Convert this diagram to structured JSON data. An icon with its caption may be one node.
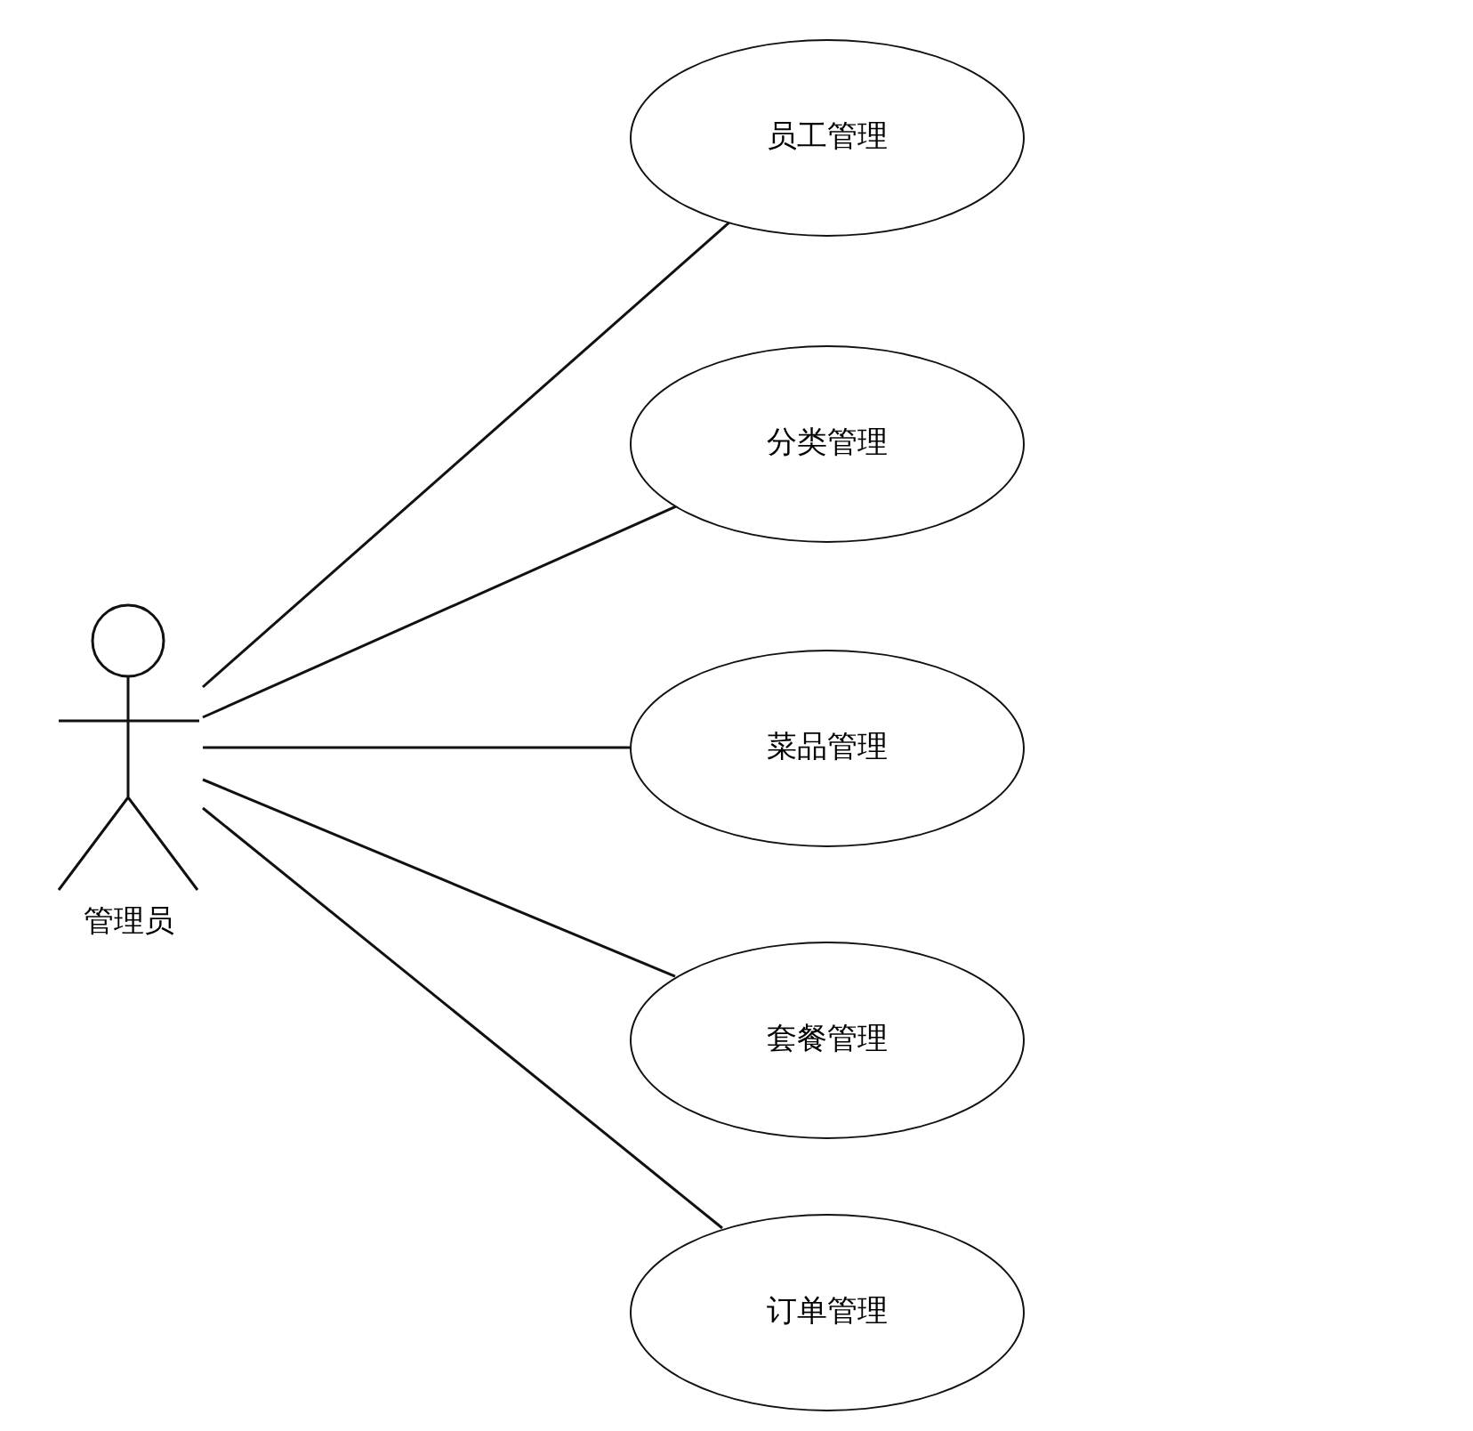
{
  "diagram": {
    "nodes": [
      {
        "text": [
          "管理员"
        ]
      },
      {
        "text": [
          "员工管理"
        ]
      },
      {
        "text": [
          "分类管理"
        ]
      },
      {
        "text": [
          "菜品管理"
        ]
      },
      {
        "text": [
          "套餐管理"
        ]
      },
      {
        "text": [
          "订单管理"
        ]
      }
    ],
    "edges": [
      {
        "from": 0,
        "to": 1,
        "arrow": "none"
      },
      {
        "from": 0,
        "to": 2,
        "arrow": "none"
      },
      {
        "from": 0,
        "to": 3,
        "arrow": "none"
      },
      {
        "from": 0,
        "to": 4,
        "arrow": "none"
      },
      {
        "from": 0,
        "to": 5,
        "arrow": "none"
      }
    ]
  }
}
